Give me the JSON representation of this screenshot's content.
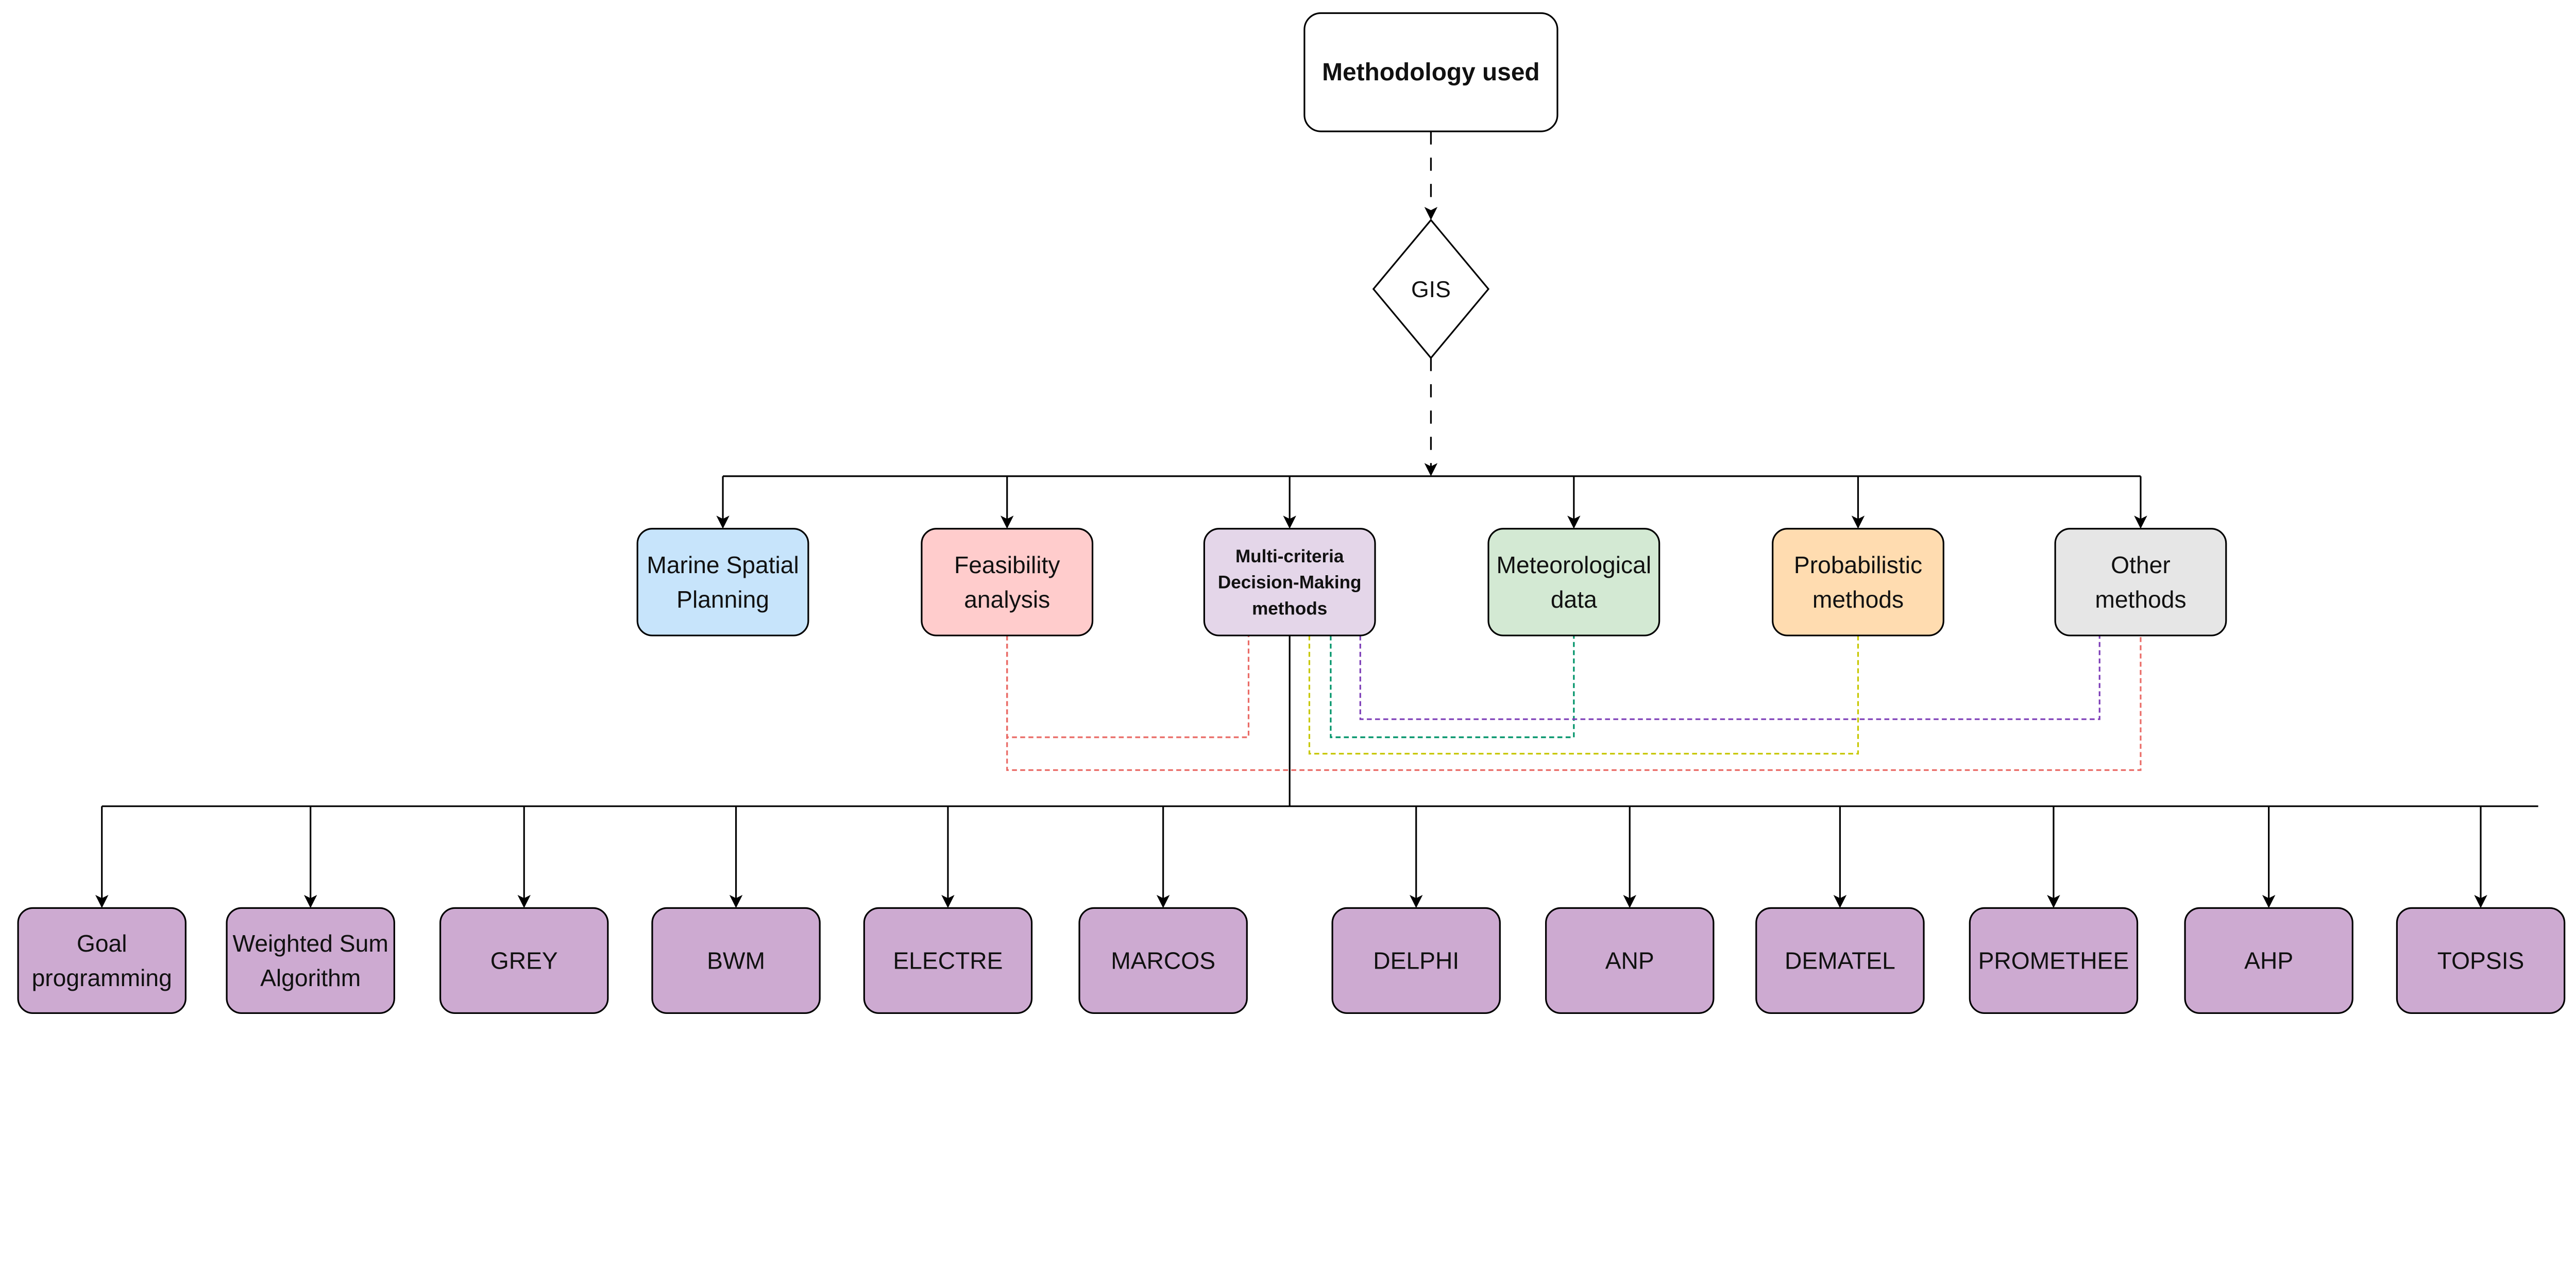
{
  "root": {
    "label": "Methodology used"
  },
  "decision": {
    "label": "GIS"
  },
  "categories": [
    {
      "lines": [
        "Marine Spatial",
        "Planning"
      ],
      "fill": "#c7e4fb",
      "bold": false
    },
    {
      "lines": [
        "Feasibility",
        "analysis"
      ],
      "fill": "#ffcccc",
      "bold": false
    },
    {
      "lines": [
        "Multi-criteria",
        "Decision-Making",
        "methods"
      ],
      "fill": "#e4d6e9",
      "bold": true
    },
    {
      "lines": [
        "Meteorological",
        "data"
      ],
      "fill": "#d3e9d3",
      "bold": false
    },
    {
      "lines": [
        "Probabilistic",
        "methods"
      ],
      "fill": "#ffdcb0",
      "bold": false
    },
    {
      "lines": [
        "Other",
        "methods"
      ],
      "fill": "#e6e6e6",
      "bold": false
    }
  ],
  "methods": [
    {
      "lines": [
        "Goal",
        "programming"
      ]
    },
    {
      "lines": [
        "Weighted Sum",
        "Algorithm"
      ]
    },
    {
      "lines": [
        "GREY"
      ]
    },
    {
      "lines": [
        "BWM"
      ]
    },
    {
      "lines": [
        "ELECTRE"
      ]
    },
    {
      "lines": [
        "MARCOS"
      ]
    },
    {
      "lines": [
        "DELPHI"
      ]
    },
    {
      "lines": [
        "ANP"
      ]
    },
    {
      "lines": [
        "DEMATEL"
      ]
    },
    {
      "lines": [
        "PROMETHEE"
      ]
    },
    {
      "lines": [
        "AHP"
      ]
    },
    {
      "lines": [
        "TOPSIS"
      ]
    }
  ],
  "method_fill": "#cdaad1",
  "links": [
    {
      "from": "Feasibility analysis",
      "to": "Multi-criteria Decision-Making methods",
      "color": "#ea6b66"
    },
    {
      "from": "Feasibility analysis",
      "to": "Other methods",
      "color": "#ea6b66"
    },
    {
      "from": "Multi-criteria Decision-Making methods",
      "to": "Meteorological data",
      "color": "#00946a"
    },
    {
      "from": "Multi-criteria Decision-Making methods",
      "to": "Probabilistic methods",
      "color": "#c8c800"
    },
    {
      "from": "Multi-criteria Decision-Making methods",
      "to": "Other methods",
      "color": "#7e3fb8"
    }
  ]
}
